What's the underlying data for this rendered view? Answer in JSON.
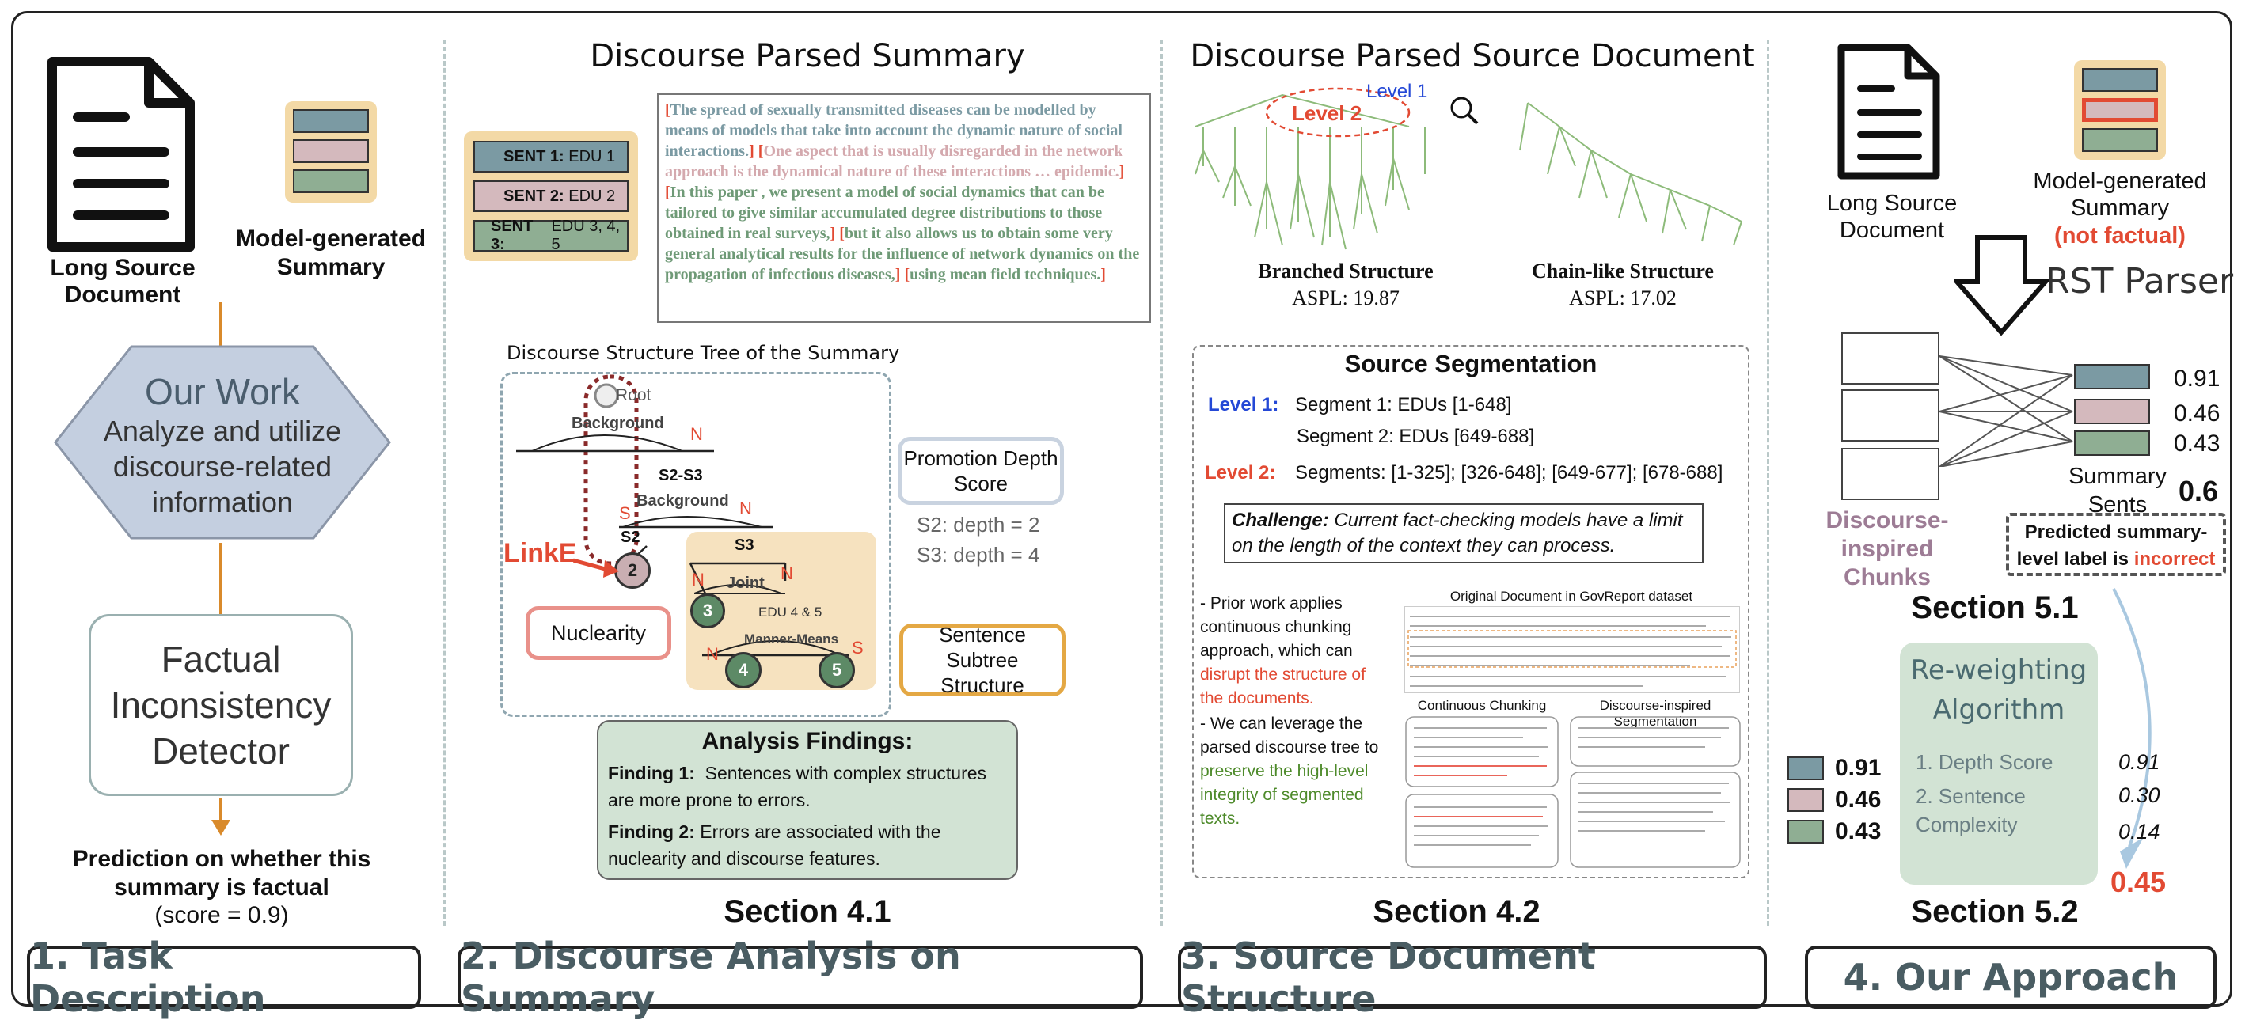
{
  "panel1": {
    "doc_label": "Long Source Document",
    "summary_label": "Model-generated Summary",
    "hex_title": "Our Work",
    "hex_body": "Analyze and utilize discourse-related information",
    "detector": "Factual Inconsistency Detector",
    "prediction": "Prediction on whether this summary is factual",
    "score": "(score = 0.9)",
    "footer": "1. Task Description"
  },
  "panel2": {
    "title": "Discourse Parsed Summary",
    "sents": [
      {
        "tag": "SENT 1:",
        "edu": "EDU 1",
        "color": "#7b9aa3"
      },
      {
        "tag": "SENT 2:",
        "edu": "EDU 2",
        "color": "#d4b9bd"
      },
      {
        "tag": "SENT 3:",
        "edu": "EDU 3, 4, 5",
        "color": "#8fae93"
      }
    ],
    "text_seg1": "The spread of sexually transmitted diseases can be modelled by means of models that take into account the dynamic nature of social interactions.",
    "text_seg2": "One aspect that is usually disregarded in the network approach is the dynamical nature of these interactions … epidemic.",
    "text_seg3": "In this paper , we present a model of social dynamics that can be tailored to give similar accumulated degree distributions to those obtained in real surveys,",
    "text_seg4": "but it also allows us to obtain some very general analytical results for the influence of network dynamics on the propagation of infectious diseases,",
    "text_seg5": "using mean field techniques.",
    "tree_title": "Discourse Structure Tree of the Summary",
    "root": "Root",
    "background1": "Background",
    "n1": "N",
    "s2s3": "S2-S3",
    "background2": "Background",
    "s_label": "S",
    "n2": "N",
    "s2": "S2",
    "s3": "S3",
    "joint": "Joint",
    "edu45": "EDU 4 & 5",
    "manner": "Manner-Means",
    "node2": "2",
    "node3": "3",
    "node4": "4",
    "node5": "5",
    "n_a": "N",
    "n_b": "N",
    "n_c": "N",
    "s_c": "S",
    "linke": "LinkE",
    "nuclearity": "Nuclearity",
    "promotion": "Promotion Depth Score",
    "s2_depth": "S2: depth = 2",
    "s3_depth": "S3: depth = 4",
    "subtree": "Sentence Subtree Structure",
    "findings_title": "Analysis Findings:",
    "finding1_label": "Finding 1:",
    "finding1": "Sentences with complex structures are more prone to errors.",
    "finding2_label": "Finding 2:",
    "finding2": "Errors are associated with the nuclearity and discourse features.",
    "section": "Section 4.1",
    "footer": "2. Discourse Analysis on Summary"
  },
  "panel3": {
    "title": "Discourse Parsed Source Document",
    "level1": "Level 1",
    "level2": "Level 2",
    "branched": "Branched Structure",
    "branched_aspl": "ASPL: 19.87",
    "chain": "Chain-like Structure",
    "chain_aspl": "ASPL: 17.02",
    "seg_title": "Source Segmentation",
    "l1_label": "Level 1:",
    "l1_seg1": "Segment 1: EDUs [1-648]",
    "l1_seg2": "Segment 2: EDUs [649-688]",
    "l2_label": "Level 2:",
    "l2_segs": "Segments: [1-325]; [326-648]; [649-677]; [678-688]",
    "challenge_label": "Challenge:",
    "challenge": "Current fact-checking models have a limit on the length of the context they can process.",
    "prior_a": "- Prior work applies continuous chunking approach, which can",
    "prior_b": "disrupt the structure of the documents.",
    "leverage_a": "- We can leverage the parsed discourse tree to",
    "leverage_b": "preserve the high-level integrity of segmented texts.",
    "orig_title": "Original Document in GovReport dataset",
    "cont_title": "Continuous Chunking",
    "disc_title": "Discourse-inspired Segmentation",
    "section": "Section 4.2",
    "footer": "3. Source Document Structure"
  },
  "panel4": {
    "doc_label": "Long Source Document",
    "summary_label": "Model-generated Summary",
    "not_factual": "(not factual)",
    "rst": "RST Parser",
    "chunks": "Discourse-inspired Chunks",
    "scores": [
      "0.91",
      "0.46",
      "0.43"
    ],
    "summary_sents": "Summary Sents",
    "top_score": "0.6",
    "predicted_a": "Predicted summary-level label is",
    "predicted_b": "incorrect",
    "section51": "Section 5.1",
    "algo_title": "Re-weighting Algorithm",
    "algo_item1": "1.   Depth Score",
    "algo_item2": "2.   Sentence Complexity",
    "algo_v1": "0.91",
    "algo_v2": "0.30",
    "algo_v3": "0.14",
    "final_score": "0.45",
    "section52": "Section 5.2",
    "footer": "4. Our Approach"
  }
}
